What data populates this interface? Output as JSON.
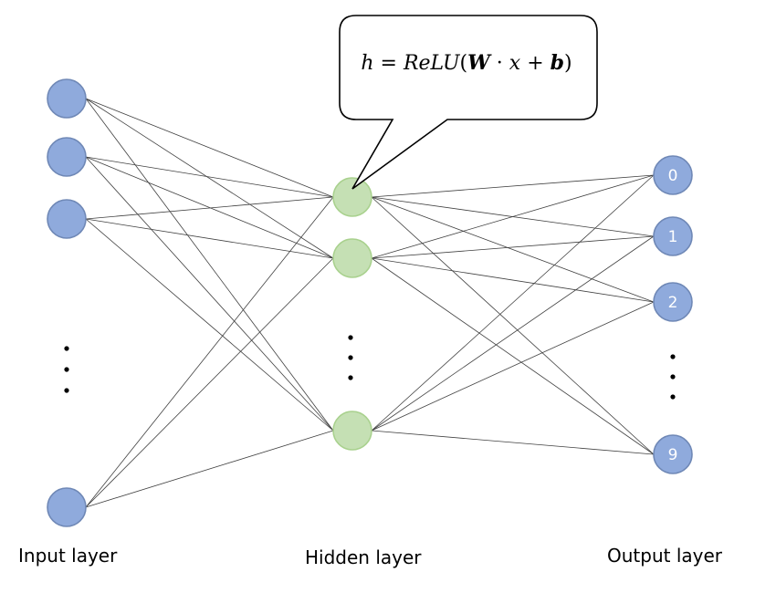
{
  "title": "Neural network diagram",
  "colors": {
    "input_fill": "#8faadc",
    "input_stroke": "#6f88b6",
    "hidden_fill": "#c5e0b4",
    "hidden_stroke": "#a9d18e",
    "output_fill": "#8faadc",
    "output_stroke": "#6f88b6",
    "edge": "#404040",
    "callout_stroke": "#000000"
  },
  "layers": {
    "input": {
      "label": "Input layer",
      "nodes": [
        "",
        "",
        "",
        "…",
        ""
      ]
    },
    "hidden": {
      "label": "Hidden layer",
      "nodes": [
        "",
        "",
        "…",
        ""
      ]
    },
    "output": {
      "label": "Output layer",
      "nodes": [
        "0",
        "1",
        "2",
        "…",
        "9"
      ]
    }
  },
  "callout": {
    "formula_parts": [
      {
        "t": "h",
        "cls": ""
      },
      {
        "t": " = ",
        "cls": "up"
      },
      {
        "t": "ReLU",
        "cls": ""
      },
      {
        "t": "(",
        "cls": "up"
      },
      {
        "t": "W",
        "cls": "b"
      },
      {
        "t": " · ",
        "cls": "up"
      },
      {
        "t": "x",
        "cls": ""
      },
      {
        "t": " + ",
        "cls": "up"
      },
      {
        "t": "b",
        "cls": "b"
      },
      {
        "t": ")",
        "cls": "up"
      }
    ],
    "formula_text": "h = ReLU(W · x + b)",
    "points_to": "hidden node 1"
  }
}
